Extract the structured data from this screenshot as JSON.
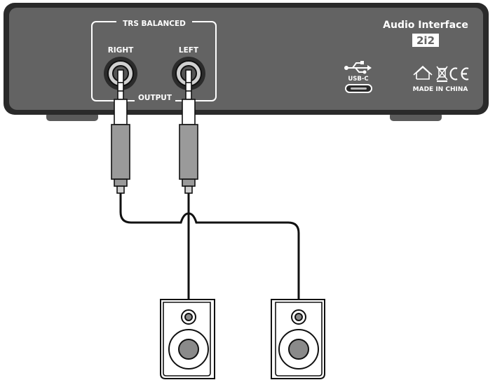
{
  "panel": {
    "group_label": "TRS BALANCED",
    "right_label": "RIGHT",
    "left_label": "LEFT",
    "output_label": "OUTPUT",
    "brand": "Audio Interface",
    "model": "2i2",
    "usb_label": "USB-C",
    "origin_label": "MADE IN CHINA"
  },
  "colors": {
    "panel_fill": "#636363",
    "panel_border": "#2a2a2a",
    "cable": "#111111",
    "plug_body": "#9a9a9a",
    "speaker_woofer": "#8a8a8a"
  },
  "icons": [
    "usb-icon",
    "weee-icon",
    "ce-mark-icon",
    "house-icon"
  ]
}
